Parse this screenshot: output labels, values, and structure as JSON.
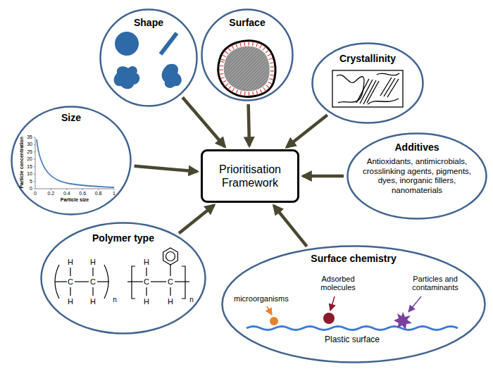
{
  "diagram": {
    "nodes": [
      {
        "text": [
          "Shape"
        ]
      },
      {
        "text": [
          "Surface"
        ]
      },
      {
        "text": [
          "Crystallinity"
        ]
      },
      {
        "text": [
          "Size"
        ]
      },
      {
        "text": [
          "Prioritisation Framework"
        ]
      },
      {
        "text": [
          "Additives",
          "Antioxidants, antimicrobials, crosslinking agents, pigments, dyes, inorganic fillers, nanomaterials"
        ]
      },
      {
        "text": [
          "Polymer type"
        ]
      },
      {
        "text": [
          "Surface chemistry"
        ]
      }
    ],
    "edges": [
      {
        "from": 0,
        "to": 4,
        "arrow": "to"
      },
      {
        "from": 1,
        "to": 4,
        "arrow": "to"
      },
      {
        "from": 2,
        "to": 4,
        "arrow": "to"
      },
      {
        "from": 3,
        "to": 4,
        "arrow": "to"
      },
      {
        "from": 5,
        "to": 4,
        "arrow": "to"
      },
      {
        "from": 6,
        "to": 4,
        "arrow": "to"
      },
      {
        "from": 7,
        "to": 4,
        "arrow": "to"
      }
    ],
    "labels": [
      "35",
      "30",
      "25",
      "20",
      "15",
      "10",
      "5",
      "0",
      "0",
      "0.2",
      "0.4",
      "0.6",
      "0.8",
      "1",
      "Particle concentration",
      "Particle size",
      "H",
      "H",
      "C",
      "C",
      "H",
      "H",
      "n",
      "H",
      "C",
      "C",
      "H",
      "H",
      "n",
      "microorganisms",
      "Adsorbed molecules",
      "Particles and contaminants",
      "Plastic surface"
    ]
  }
}
